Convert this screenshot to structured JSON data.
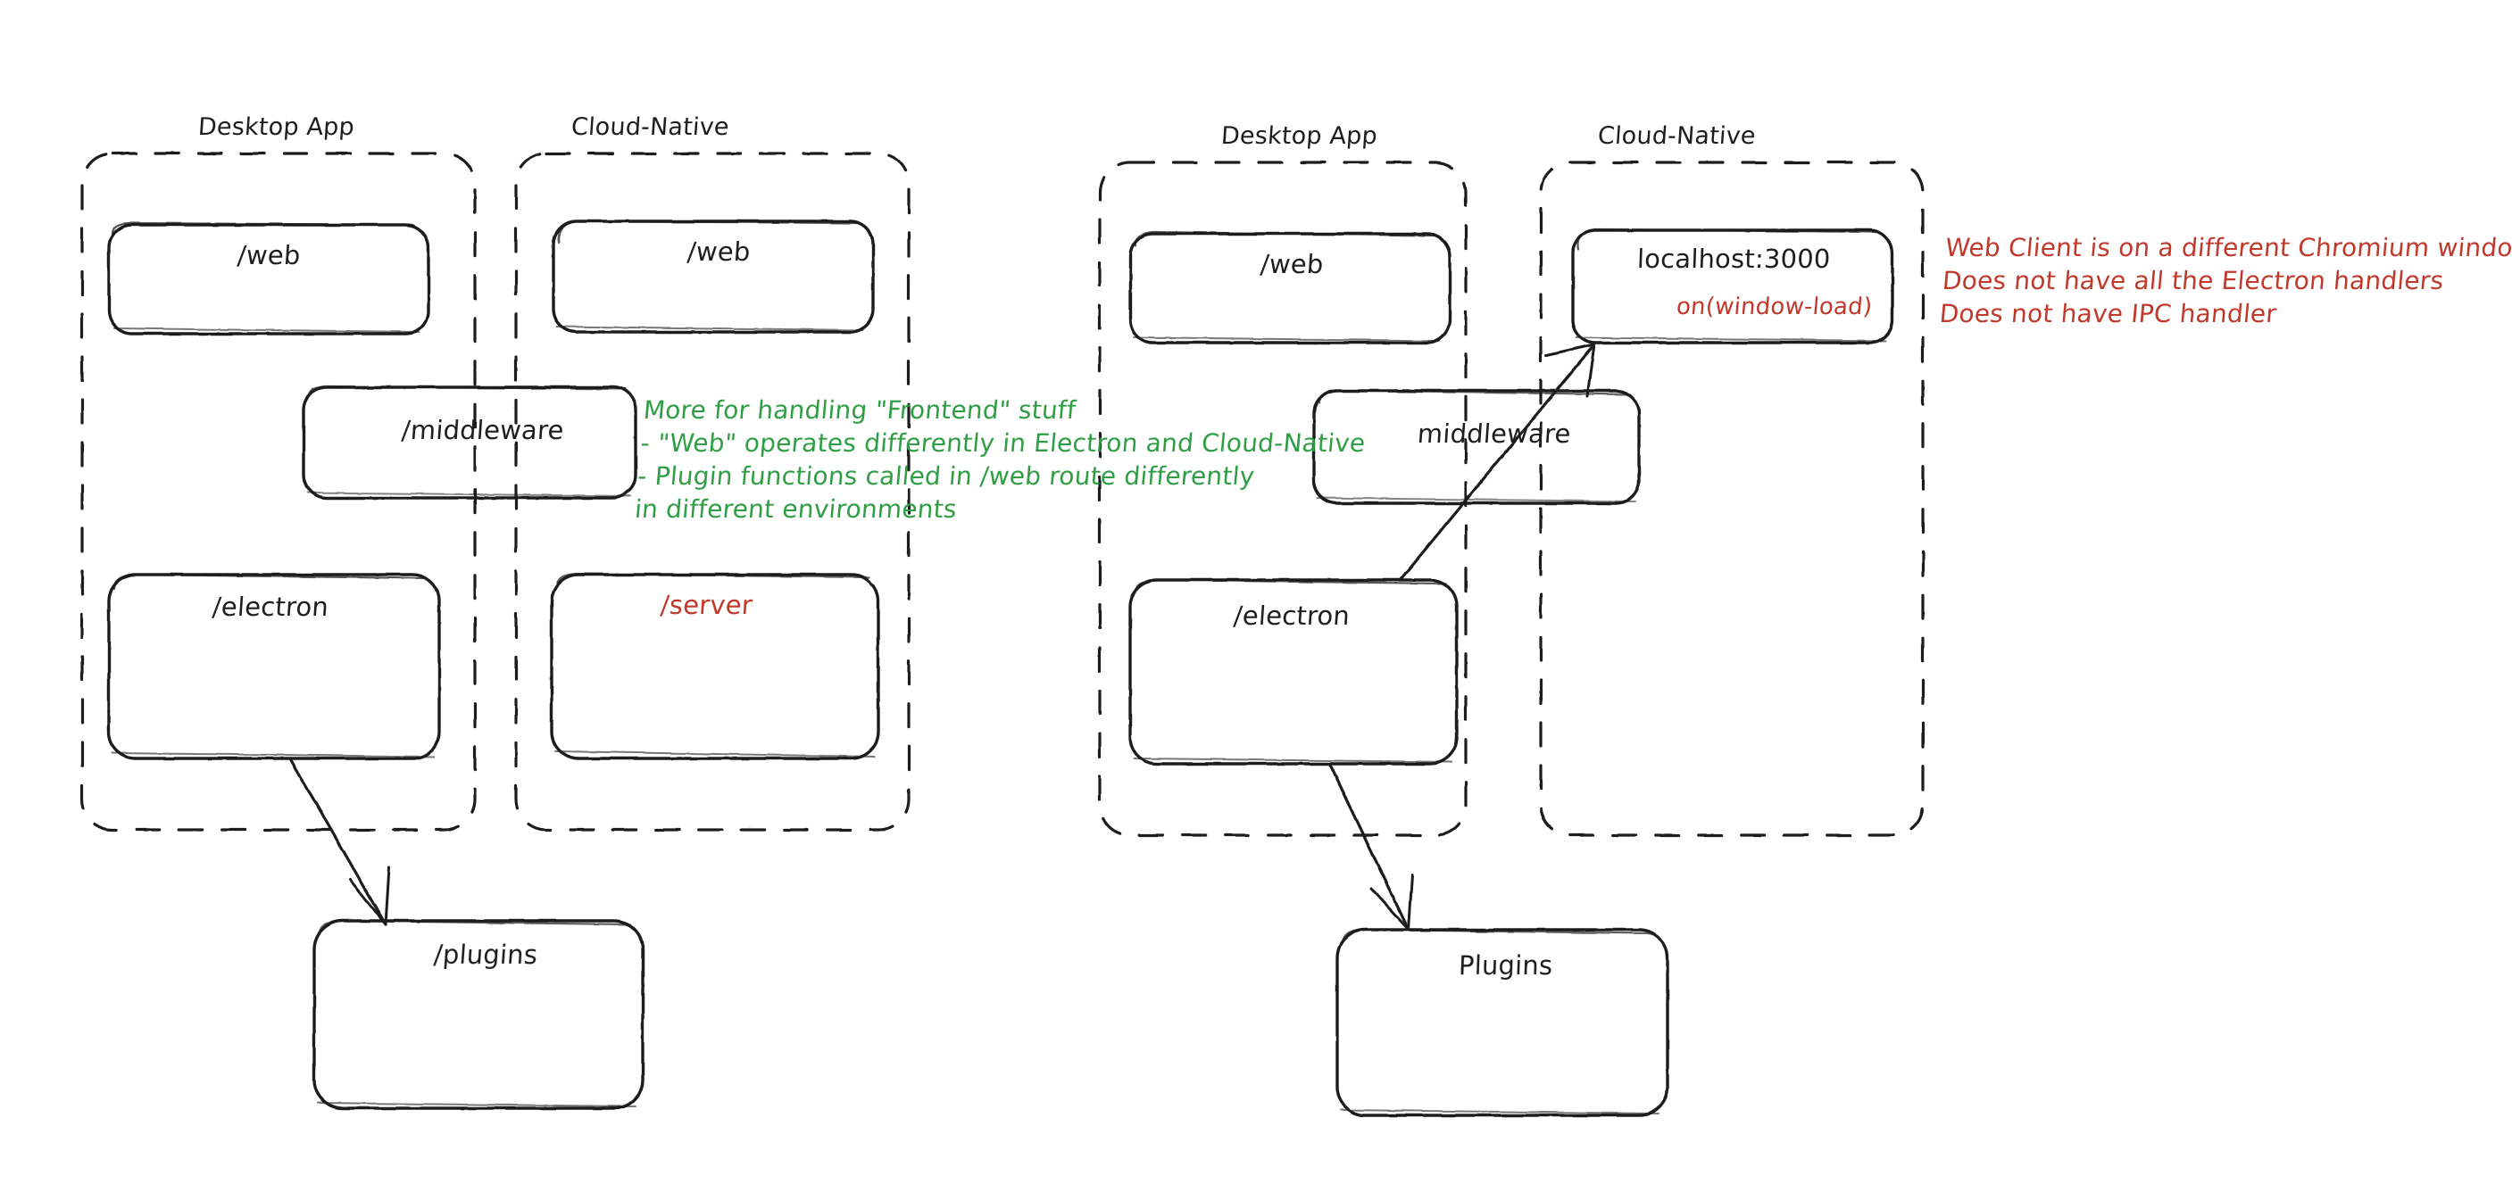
{
  "diagram": {
    "style": "hand-drawn-excalidraw",
    "background": "#ffffff",
    "stroke_color": "#1e1e1e",
    "accent_green": "#2f9e44",
    "accent_red": "#c0392b"
  },
  "left_diagram": {
    "groups": [
      {
        "title": "Desktop App"
      },
      {
        "title": "Cloud-Native"
      }
    ],
    "boxes": {
      "desktop_web": "/web",
      "cloud_web": "/web",
      "middleware": "/middleware",
      "electron": "/electron",
      "server": "/server",
      "plugins": "/plugins"
    },
    "note_green": "More for handling \"Frontend\" stuff\n- \"Web\" operates differently in Electron and Cloud-Native\n- Plugin functions called in /web route differently\nin different environments"
  },
  "right_diagram": {
    "groups": [
      {
        "title": "Desktop App"
      },
      {
        "title": "Cloud-Native"
      }
    ],
    "boxes": {
      "desktop_web": "/web",
      "localhost": "localhost:3000",
      "localhost_sub": "on(window-load)",
      "middleware": "middleware",
      "electron": "/electron",
      "plugins": "Plugins"
    },
    "note_red": "Web Client is on a different Chromium window\nDoes not have all the Electron handlers\nDoes not have IPC handler"
  }
}
